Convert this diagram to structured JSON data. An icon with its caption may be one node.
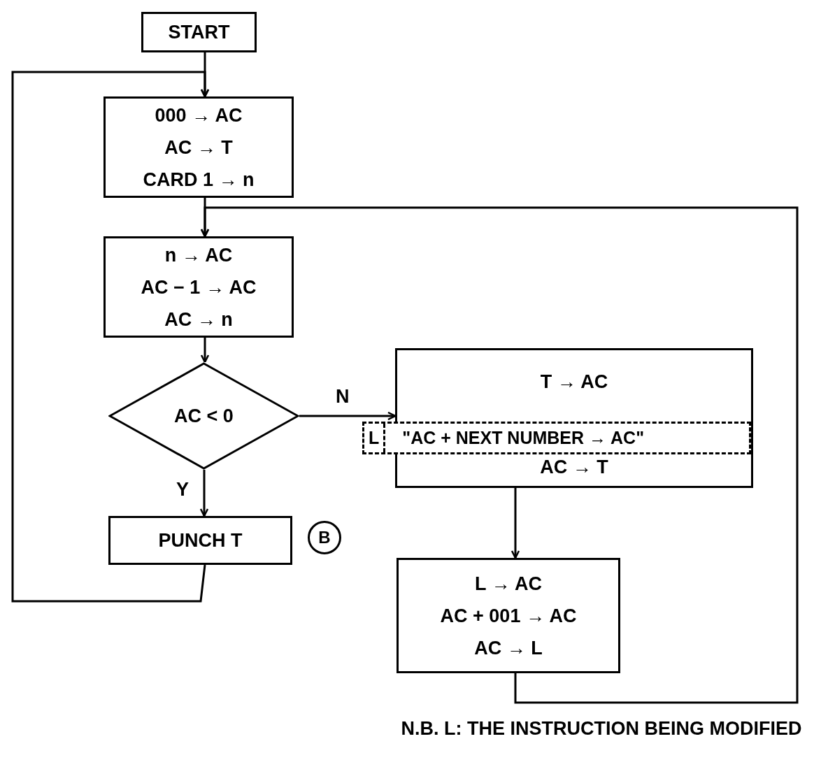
{
  "diagram": {
    "nodes": [
      {
        "text": [
          "START"
        ]
      },
      {
        "text": [
          "000 → AC",
          "AC → T",
          "CARD 1 → n"
        ]
      },
      {
        "text": [
          "n → AC",
          "AC − 1 → AC",
          "AC → n"
        ]
      },
      {
        "text": [
          "AC < 0"
        ]
      },
      {
        "text": [
          "T → AC",
          "AC → T"
        ]
      },
      {
        "text": [
          "L",
          "\"AC + NEXT NUMBER → AC\""
        ]
      },
      {
        "text": [
          "PUNCH T"
        ],
        "beside": [
          "B"
        ]
      },
      {
        "text": [
          "L → AC",
          "AC + 001 → AC",
          "AC → L"
        ]
      }
    ],
    "edges": [
      {
        "from": 0,
        "to": 1,
        "arrow": "to"
      },
      {
        "from": 6,
        "to": 1,
        "arrow": "to"
      },
      {
        "from": 1,
        "to": 2,
        "arrow": "to"
      },
      {
        "from": 7,
        "to": 2,
        "arrow": "to"
      },
      {
        "from": 2,
        "to": 3,
        "arrow": "to"
      },
      {
        "from": 3,
        "to": 4,
        "arrow": "to",
        "label": "N"
      },
      {
        "from": 3,
        "to": 6,
        "arrow": "to",
        "label": "Y"
      },
      {
        "from": 4,
        "to": 7,
        "arrow": "to"
      }
    ],
    "labels": [
      "N.B. L: THE INSTRUCTION BEING MODIFIED"
    ]
  }
}
